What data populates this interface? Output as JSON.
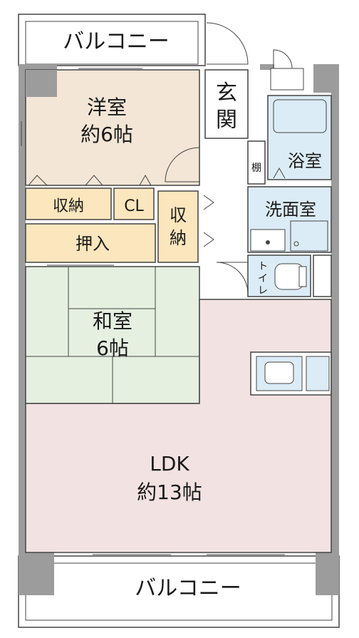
{
  "floorplan": {
    "balcony_top": "バルコニー",
    "balcony_bottom": "バルコニー",
    "entrance": [
      "玄",
      "関"
    ],
    "youshitsu": {
      "name": "洋室",
      "size": "約6帖"
    },
    "washitsu": {
      "name": "和室",
      "size": "6帖"
    },
    "ldk": {
      "name": "LDK",
      "size": "約13帖"
    },
    "bathroom": "浴室",
    "washroom": "洗面室",
    "toilet": [
      "ト",
      "イ",
      "レ"
    ],
    "shelf": "棚",
    "storage1": "収納",
    "closet": "CL",
    "storage2": [
      "収",
      "納"
    ],
    "oshiire": "押入"
  },
  "colors": {
    "youshitsu": "#f3e6d6",
    "washitsu": "#e6f0e1",
    "ldk": "#f2e2e2",
    "storage": "#fbe6bd",
    "wet": "#dcecf6",
    "wall": "#9c9c9c"
  }
}
